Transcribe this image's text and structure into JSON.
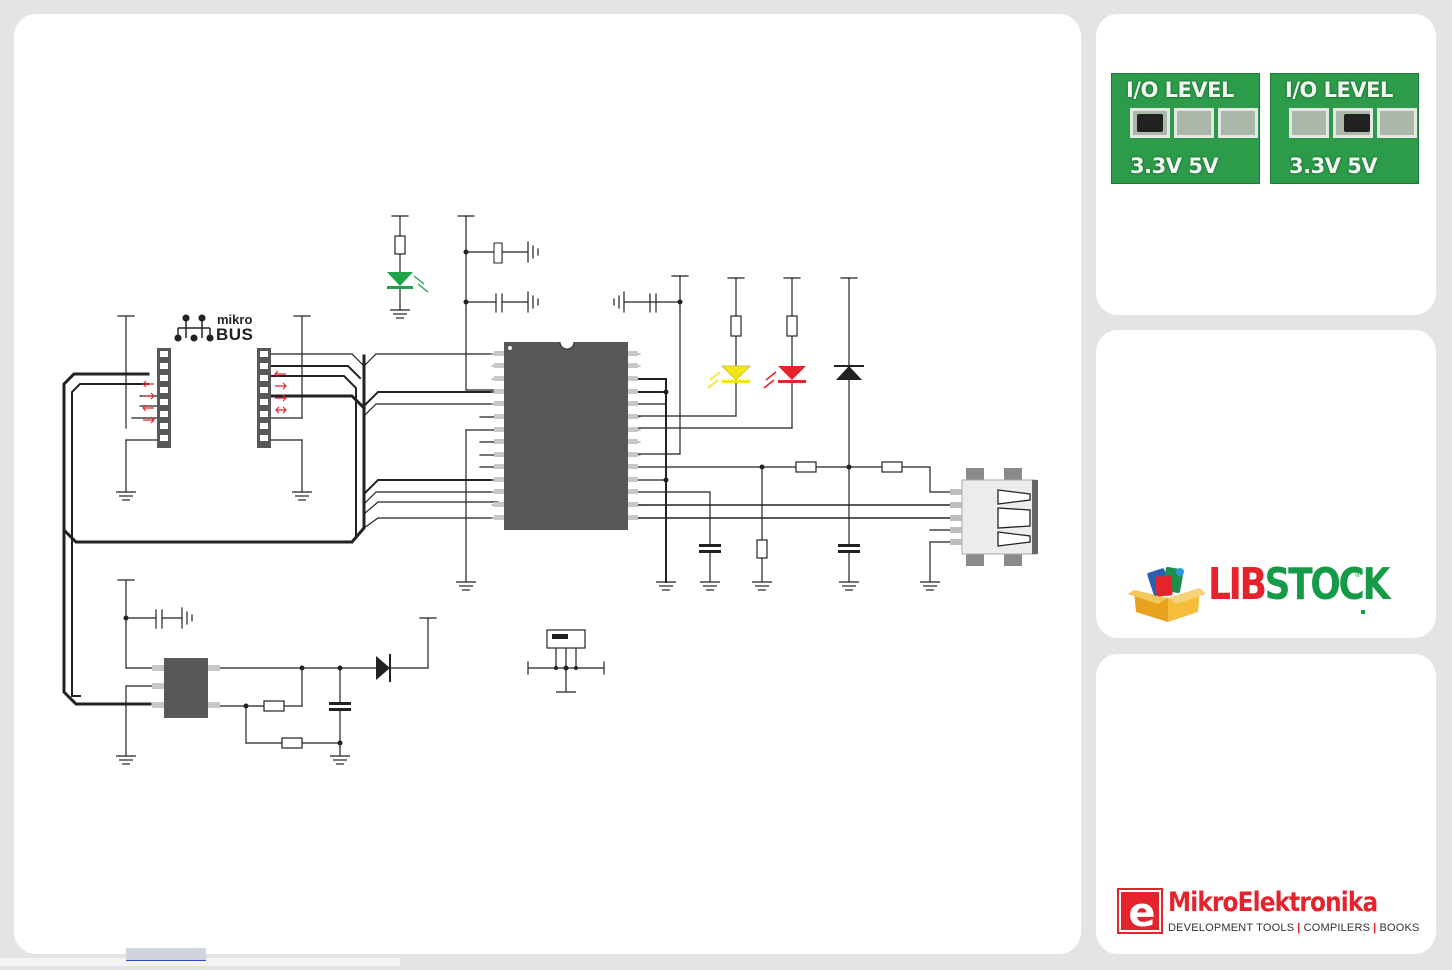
{
  "io_level": {
    "photos": [
      {
        "top_text": "I/O LEVEL",
        "bottom_text": "3.3V  5V",
        "jumper_position": "3.3V"
      },
      {
        "top_text": "I/O LEVEL",
        "bottom_text": "3.3V  5V",
        "jumper_position": "5V"
      }
    ]
  },
  "mikrobus": {
    "line1": "mikro",
    "line2": "BUS"
  },
  "libstock": {
    "part1": "LIB",
    "part2": "STOCK",
    "registered": "®"
  },
  "mikroelektronika": {
    "name": "MikroElektronika",
    "tag1": "DEVELOPMENT TOOLS",
    "tag2": "COMPILERS",
    "tag3": "BOOKS"
  },
  "colors": {
    "background": "#e3e4e6",
    "chip": "#58585a",
    "led_green": "#1ea24a",
    "led_yellow": "#f2e51c",
    "led_red": "#e4232d",
    "arrow_red": "#e4232d",
    "brand_red": "#e4232d",
    "brand_green": "#159a48"
  }
}
